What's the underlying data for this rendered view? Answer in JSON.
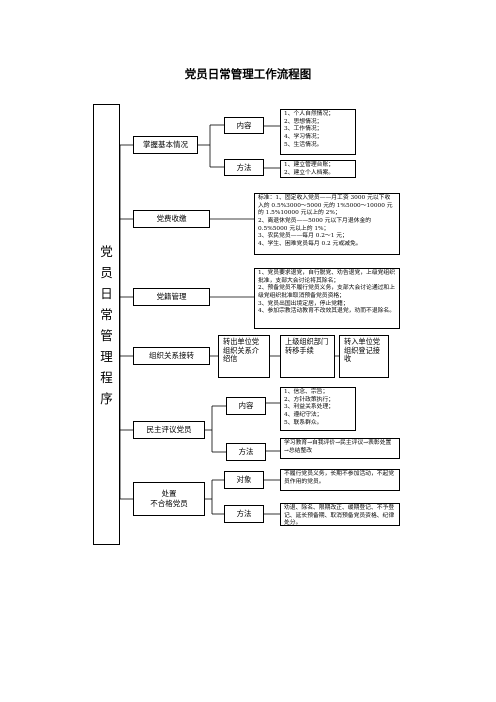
{
  "title": "党员日常管理工作流程图",
  "root": "党\n员\n日\n常\n管\n理\n程\n序",
  "level1": {
    "basic": "掌握基本情况",
    "fees": "党费收缴",
    "records": "党籍管理",
    "transfer": "组织关系接转",
    "review": "民主评议党员",
    "handle": "处置\n不合格党员"
  },
  "level2": {
    "basic_content": "内容",
    "basic_method": "方法",
    "review_content": "内容",
    "review_method": "方法",
    "handle_object": "对象",
    "handle_method": "方法"
  },
  "details": {
    "basic_content": "1、个人自然情况；\n2、思想情况；\n3、工作情况；\n4、学习情况；\n5、生活情况。",
    "basic_method": "1、建立管理台账；\n2、建立个人档案。",
    "fees": "标准：1、固定收入党员——月工资 3000 元以下收入的 0.5%3000～5000 元的 1%5000～10000 元的 1.5%10000 元以上的 2%；\n2、离退休党员——5000 元以下月退休金的 0.5%5000 元以上的 1%；\n3、农民党员——每月 0.2～1 元；\n4、学生、困难党员每月 0.2 元或减免。",
    "records": "1、党员要求退党，自行脱党、劝告退党，上级党组织批准，支部大会讨论将其除名；\n2、预备党员不履行党员义务，支部大会讨论通过和上级党组织批准取消预备党员资格；\n3、党员出国出境定居，停止党籍；\n4、参加宗教活动教育不改效其退党，劝而不退除名。",
    "review_content": "1、信念、宗旨；\n2、方针政策执行；\n3、利益关系处理；\n4、遵纪守法；\n5、联系群众。",
    "review_method": "学习教育→自我评价→民主评议→表彰处置→总结整改",
    "handle_object": "不履行党员义务，长期不参加活动，不起党员作用的党员。",
    "handle_method": "劝退、除名、限期改正、缓期登记、不予登记、延长预备期、取消预备党员资格、纪律处分。"
  },
  "transfer_steps": [
    "转出单位党组织关系介绍信",
    "上级组织部门转移手续",
    "转入单位党组织登记接收"
  ]
}
